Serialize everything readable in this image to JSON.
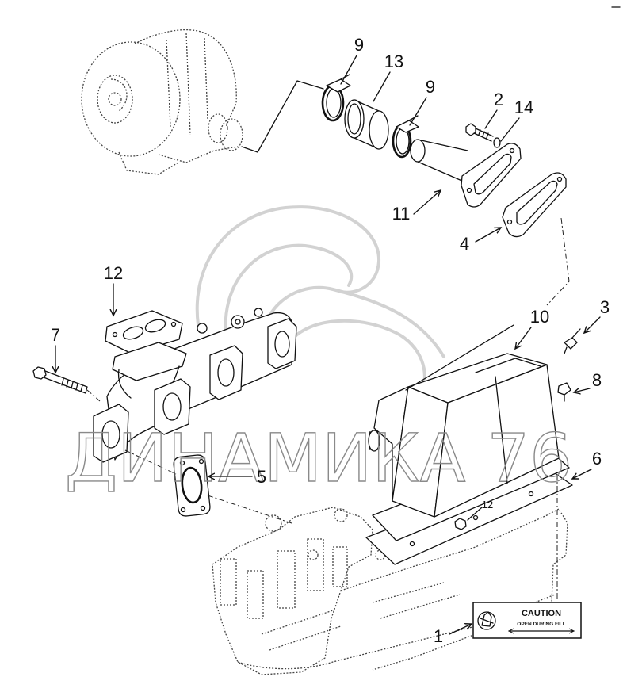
{
  "callouts": [
    "9",
    "13",
    "9",
    "2",
    "14",
    "11",
    "4",
    "12",
    "7",
    "10",
    "3",
    "8",
    "6",
    "5",
    "12",
    "1"
  ],
  "caution_label": {
    "title": "CAUTION",
    "text": "OPEN DURING FILL"
  },
  "watermark": "ДИНАМИКА 76",
  "colors": {
    "line": "#111111",
    "watermark": "#8a8a8a",
    "logo": "#d2d2d2",
    "background": "#ffffff"
  }
}
